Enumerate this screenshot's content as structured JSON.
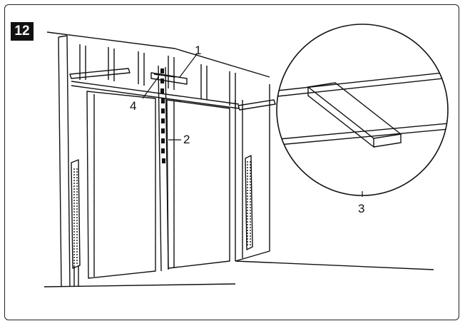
{
  "figure": {
    "number": "12"
  },
  "callouts": [
    {
      "id": "1",
      "label": "1"
    },
    {
      "id": "2",
      "label": "2"
    },
    {
      "id": "3",
      "label": "3"
    },
    {
      "id": "4",
      "label": "4"
    }
  ]
}
